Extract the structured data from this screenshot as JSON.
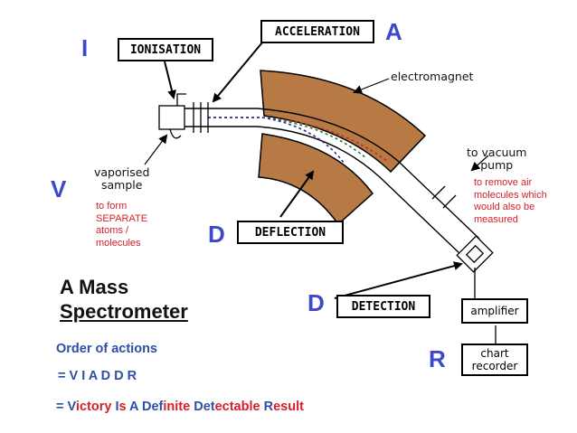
{
  "letters": {
    "i": "I",
    "a": "A",
    "v": "V",
    "d1": "D",
    "d2": "D",
    "r": "R"
  },
  "boxes": {
    "ionisation": "IONISATION",
    "acceleration": "ACCELERATION",
    "deflection": "DEFLECTION",
    "detection": "DETECTION",
    "amplifier": "amplifier",
    "chart_recorder_line1": "chart",
    "chart_recorder_line2": "recorder"
  },
  "labels": {
    "electromagnet": "electromagnet",
    "vaporised_line1": "vaporised",
    "vaporised_line2": "sample",
    "vacuum_line1": "to vacuum",
    "vacuum_line2": "pump"
  },
  "notes": {
    "form_atoms": [
      "to form",
      "SEPARATE",
      "atoms /",
      "molecules"
    ],
    "remove_air": [
      "to remove air",
      "molecules which",
      "would also be",
      "measured"
    ]
  },
  "title": {
    "line1": "A Mass",
    "line2": "Spectrometer"
  },
  "order": {
    "heading": "Order of actions",
    "sequence": "= V I A D D R"
  },
  "mnemonic": {
    "prefix": "= ",
    "parts": [
      {
        "text": "V",
        "color": "blue"
      },
      {
        "text": "ictory ",
        "color": "red"
      },
      {
        "text": "I",
        "color": "blue"
      },
      {
        "text": "s ",
        "color": "red"
      },
      {
        "text": "A ",
        "color": "blue"
      },
      {
        "text": "Def",
        "color": "blue"
      },
      {
        "text": "inite ",
        "color": "red"
      },
      {
        "text": "Det",
        "color": "blue"
      },
      {
        "text": "ectable ",
        "color": "red"
      },
      {
        "text": "R",
        "color": "blue"
      },
      {
        "text": "esult",
        "color": "red"
      }
    ]
  },
  "colors": {
    "magnet": "#b77a45",
    "letters": "#3f48cc",
    "note_red": "#d4202a",
    "order_blue": "#2e4fa6"
  }
}
